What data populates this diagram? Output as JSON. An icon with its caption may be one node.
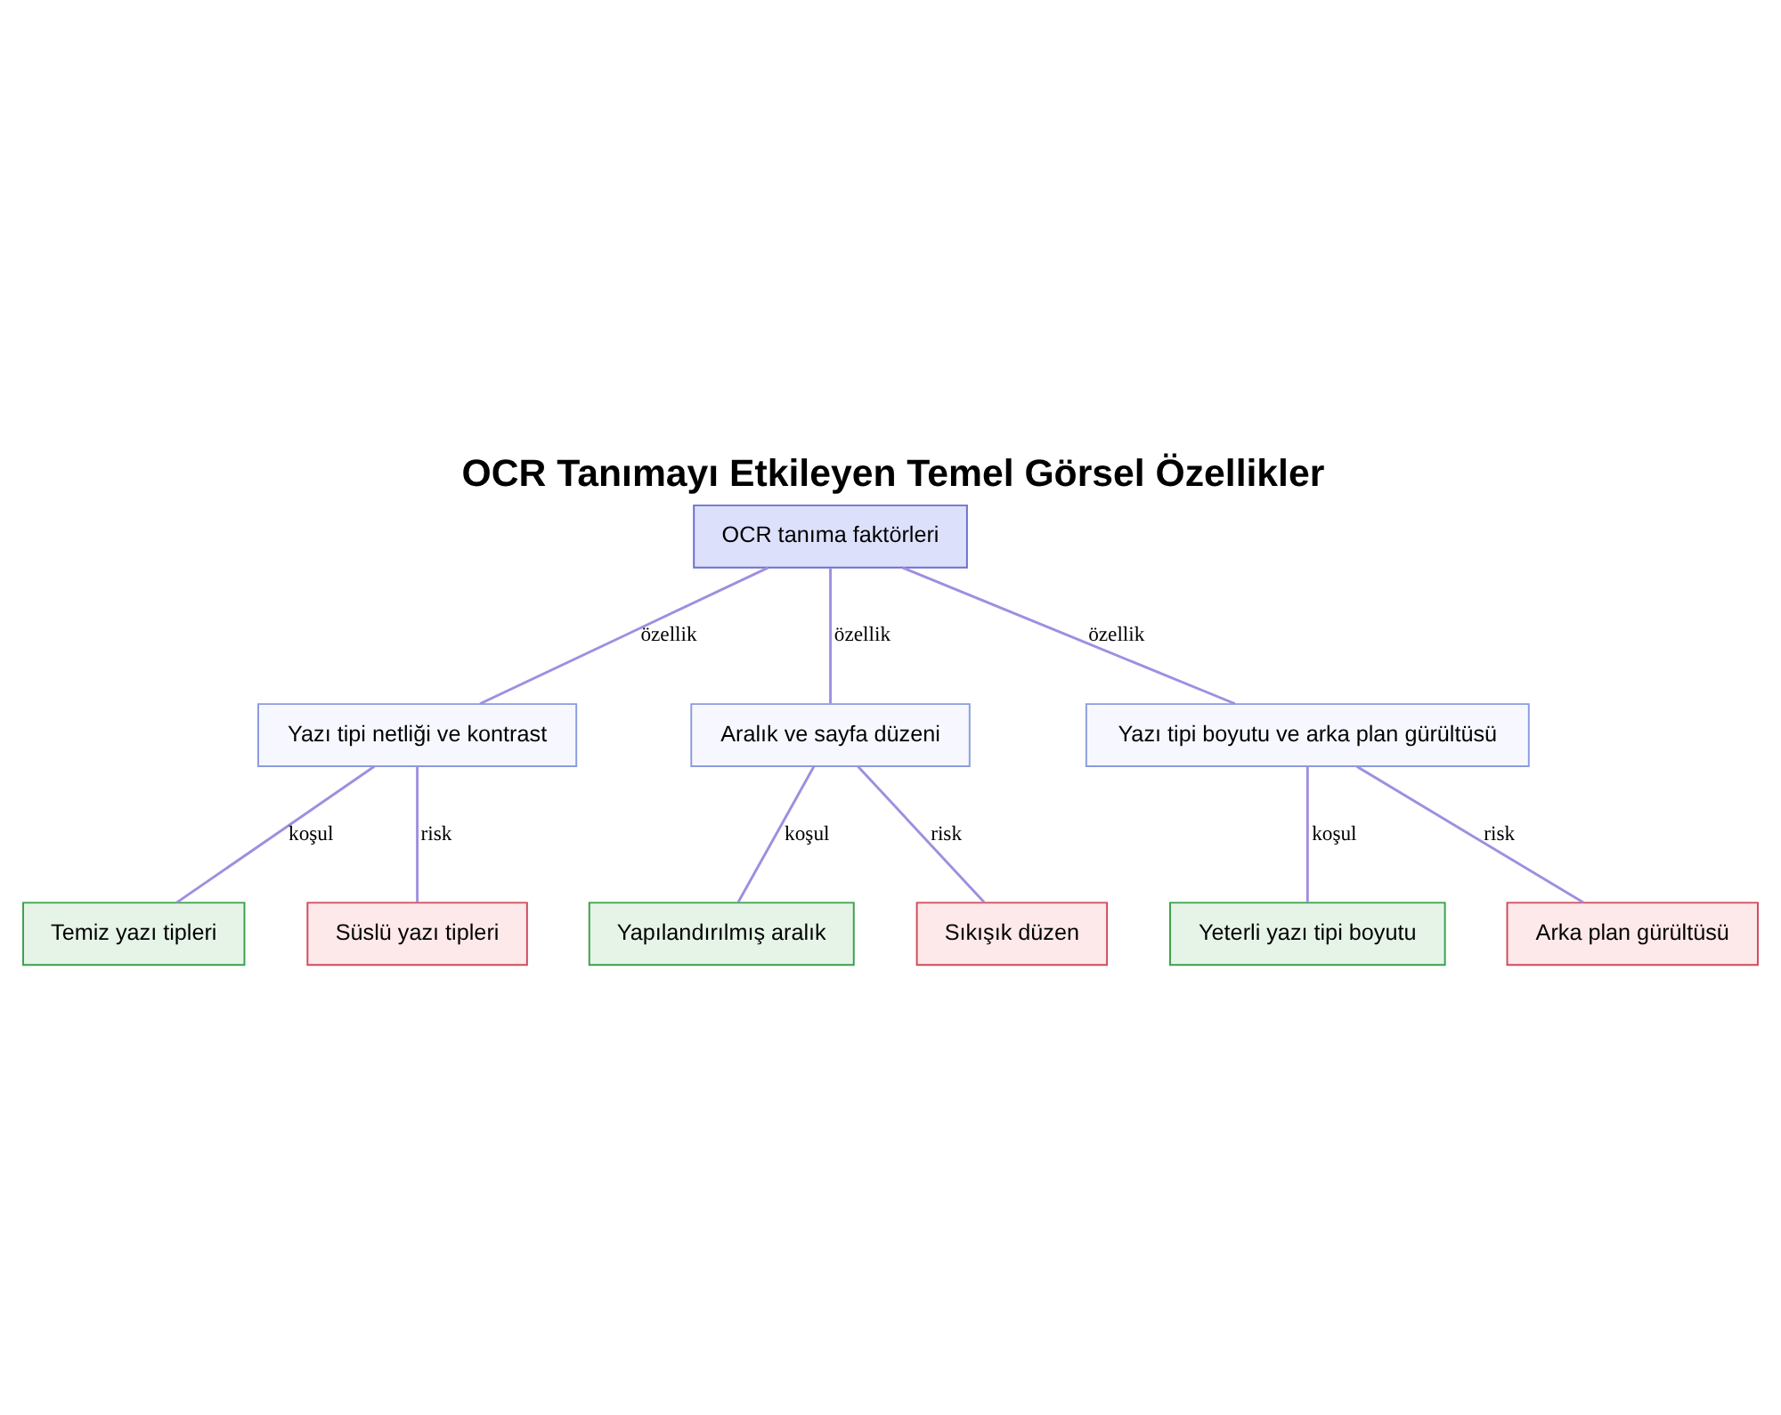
{
  "diagram": {
    "title": "OCR Tanımayı Etkileyen Temel Görsel Özellikler",
    "nodes": [
      {
        "text": [
          "OCR tanıma faktörleri"
        ]
      },
      {
        "text": [
          "Yazı tipi netliği ve kontrast"
        ]
      },
      {
        "text": [
          "Aralık ve sayfa düzeni"
        ]
      },
      {
        "text": [
          "Yazı tipi boyutu ve arka plan gürültüsü"
        ]
      },
      {
        "text": [
          "Temiz yazı tipleri"
        ]
      },
      {
        "text": [
          "Süslü yazı tipleri"
        ]
      },
      {
        "text": [
          "Yapılandırılmış aralık"
        ]
      },
      {
        "text": [
          "Sıkışık düzen"
        ]
      },
      {
        "text": [
          "Yeterli yazı tipi boyutu"
        ]
      },
      {
        "text": [
          "Arka plan gürültüsü"
        ]
      }
    ],
    "edges": [
      {
        "from": 0,
        "to": 1,
        "arrow": "none",
        "label": "özellik"
      },
      {
        "from": 0,
        "to": 2,
        "arrow": "none",
        "label": "özellik"
      },
      {
        "from": 0,
        "to": 3,
        "arrow": "none",
        "label": "özellik"
      },
      {
        "from": 1,
        "to": 4,
        "arrow": "none",
        "label": "koşul"
      },
      {
        "from": 1,
        "to": 5,
        "arrow": "none",
        "label": "risk"
      },
      {
        "from": 2,
        "to": 6,
        "arrow": "none",
        "label": "koşul"
      },
      {
        "from": 2,
        "to": 7,
        "arrow": "none",
        "label": "risk"
      },
      {
        "from": 3,
        "to": 8,
        "arrow": "none",
        "label": "koşul"
      },
      {
        "from": 3,
        "to": 9,
        "arrow": "none",
        "label": "risk"
      }
    ]
  }
}
